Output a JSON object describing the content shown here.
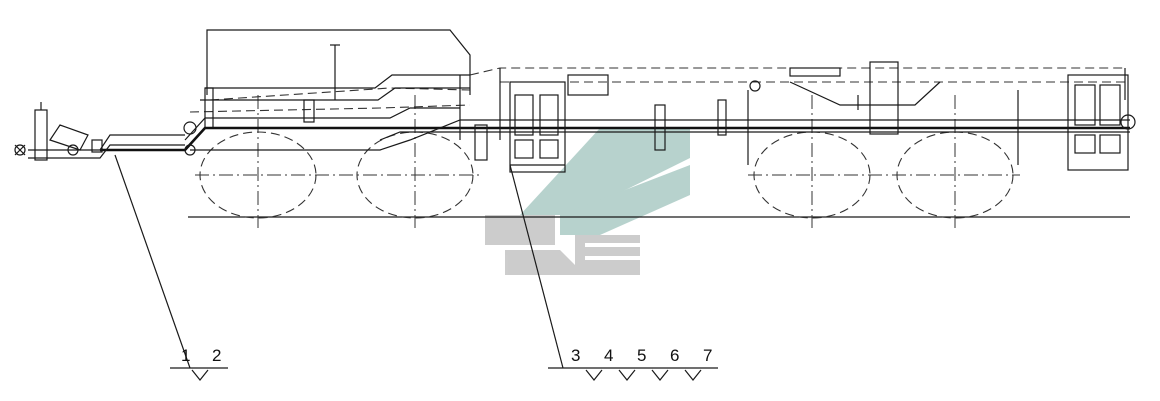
{
  "callouts": {
    "left": {
      "labels": [
        "1",
        "2"
      ]
    },
    "center": {
      "labels": [
        "3",
        "4",
        "5",
        "6",
        "7"
      ]
    }
  },
  "colors": {
    "line": "#1a1a1a",
    "watermark_teal": "#8fb7b0",
    "watermark_gray": "#a8a8a8"
  },
  "watermark": {
    "icon": "stylized-logo-watermark"
  }
}
